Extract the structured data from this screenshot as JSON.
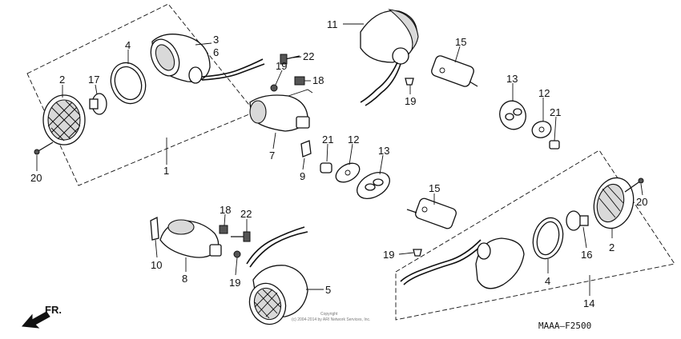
{
  "diagram": {
    "part_numbers": {
      "p1": "1",
      "p2a": "2",
      "p2b": "2",
      "p3": "3",
      "p4a": "4",
      "p4b": "4",
      "p5": "5",
      "p6": "6",
      "p7": "7",
      "p8": "8",
      "p9": "9",
      "p10": "10",
      "p11": "11",
      "p12a": "12",
      "p12b": "12",
      "p13a": "13",
      "p13b": "13",
      "p14": "14",
      "p15a": "15",
      "p15b": "15",
      "p16": "16",
      "p17": "17",
      "p18a": "18",
      "p18b": "18",
      "p19a": "19",
      "p19b": "19",
      "p19c": "19",
      "p20a": "20",
      "p20b": "20",
      "p21a": "21",
      "p21b": "21",
      "p22a": "22",
      "p22b": "22"
    },
    "direction_label": "FR.",
    "diagram_code": "MAAA–F2500",
    "copyright_line1": "Copyright",
    "copyright_line2": "(c) 2004-2014 by ARI Network Services, Inc."
  }
}
